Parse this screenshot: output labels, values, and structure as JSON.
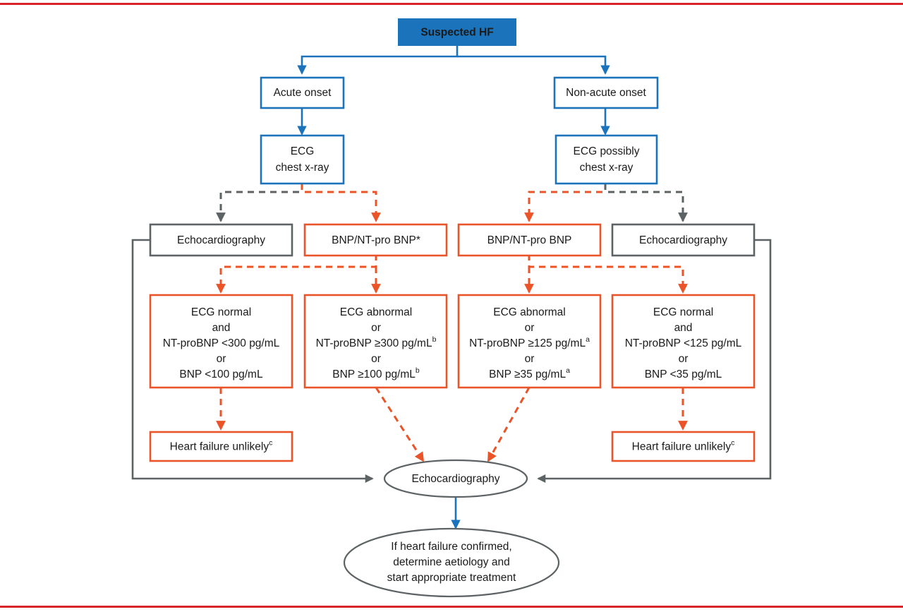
{
  "figure": {
    "domain": "diagram",
    "type": "clinical-diagnostic-flowchart",
    "accent_colors": {
      "blue": "#1b74bb",
      "orange": "#ea5428",
      "gray": "#5d6264",
      "rule_red": "#d8232a",
      "text": "#1a1a1a",
      "background": "#ffffff"
    }
  },
  "nodes": {
    "suspected_hf": {
      "label": "Suspected HF"
    },
    "acute_onset": {
      "label": "Acute onset"
    },
    "non_acute_onset": {
      "label": "Non-acute onset"
    },
    "ecg_acute": {
      "line1": "ECG",
      "line2": "chest x-ray"
    },
    "ecg_non_acute": {
      "line1": "ECG possibly",
      "line2": "chest x-ray"
    },
    "echo_left": {
      "label": "Echocardiography"
    },
    "bnp_acute": {
      "label": "BNP/NT-pro BNP*"
    },
    "bnp_non_acute": {
      "label": "BNP/NT-pro BNP"
    },
    "echo_right": {
      "label": "Echocardiography"
    },
    "criteria_1": {
      "lines": [
        "ECG normal",
        "and",
        "NT-proBNP <300 pg/mL",
        "or",
        "BNP <100 pg/mL"
      ],
      "superscripts": [
        "",
        "",
        "",
        "",
        ""
      ]
    },
    "criteria_2": {
      "lines": [
        "ECG abnormal",
        "or",
        "NT-proBNP ≥300 pg/mL",
        "or",
        "BNP ≥100 pg/mL"
      ],
      "superscripts": [
        "",
        "",
        "b",
        "",
        "b"
      ]
    },
    "criteria_3": {
      "lines": [
        "ECG abnormal",
        "or",
        "NT-proBNP ≥125 pg/mL",
        "or",
        "BNP ≥35 pg/mL"
      ],
      "superscripts": [
        "",
        "",
        "a",
        "",
        "a"
      ]
    },
    "criteria_4": {
      "lines": [
        "ECG normal",
        "and",
        "NT-proBNP <125 pg/mL",
        "or",
        "BNP <35 pg/mL"
      ],
      "superscripts": [
        "",
        "",
        "",
        "",
        ""
      ]
    },
    "hf_unlikely_left": {
      "label": "Heart failure unlikely",
      "superscript": "c"
    },
    "hf_unlikely_right": {
      "label": "Heart failure unlikely",
      "superscript": "c"
    },
    "echo_outcome": {
      "label": "Echocardiography"
    },
    "final_outcome": {
      "lines": [
        "If heart failure confirmed,",
        "determine aetiology and",
        "start appropriate treatment"
      ]
    }
  }
}
